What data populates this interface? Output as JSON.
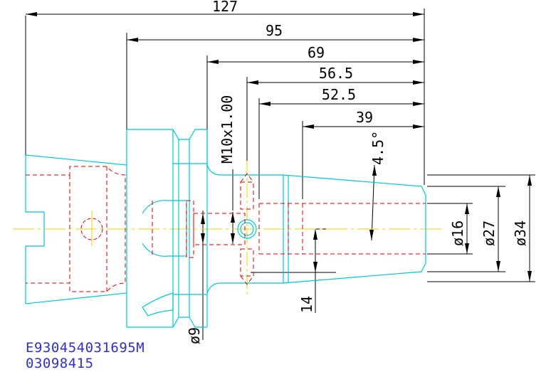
{
  "drawing": {
    "dimensions": {
      "overall_length": "127",
      "flange_length": "95",
      "body_length": "69",
      "bore_depth_a": "56.5",
      "bore_depth_b": "52.5",
      "taper_length": "39",
      "taper_angle": "4.5°",
      "thread": "M10x1.00",
      "bore_dia": "ø16",
      "mid_dia": "ø27",
      "nose_dia": "ø34",
      "offset": "14",
      "pin_dia": "ø9"
    },
    "part_code": "E930454031695M",
    "part_number": "03098415",
    "colors": {
      "outline": "#00c8d8",
      "hidden": "#e00000",
      "centerline": "#f0d000",
      "dimension": "#000000",
      "code_text": "#3030c8"
    }
  }
}
